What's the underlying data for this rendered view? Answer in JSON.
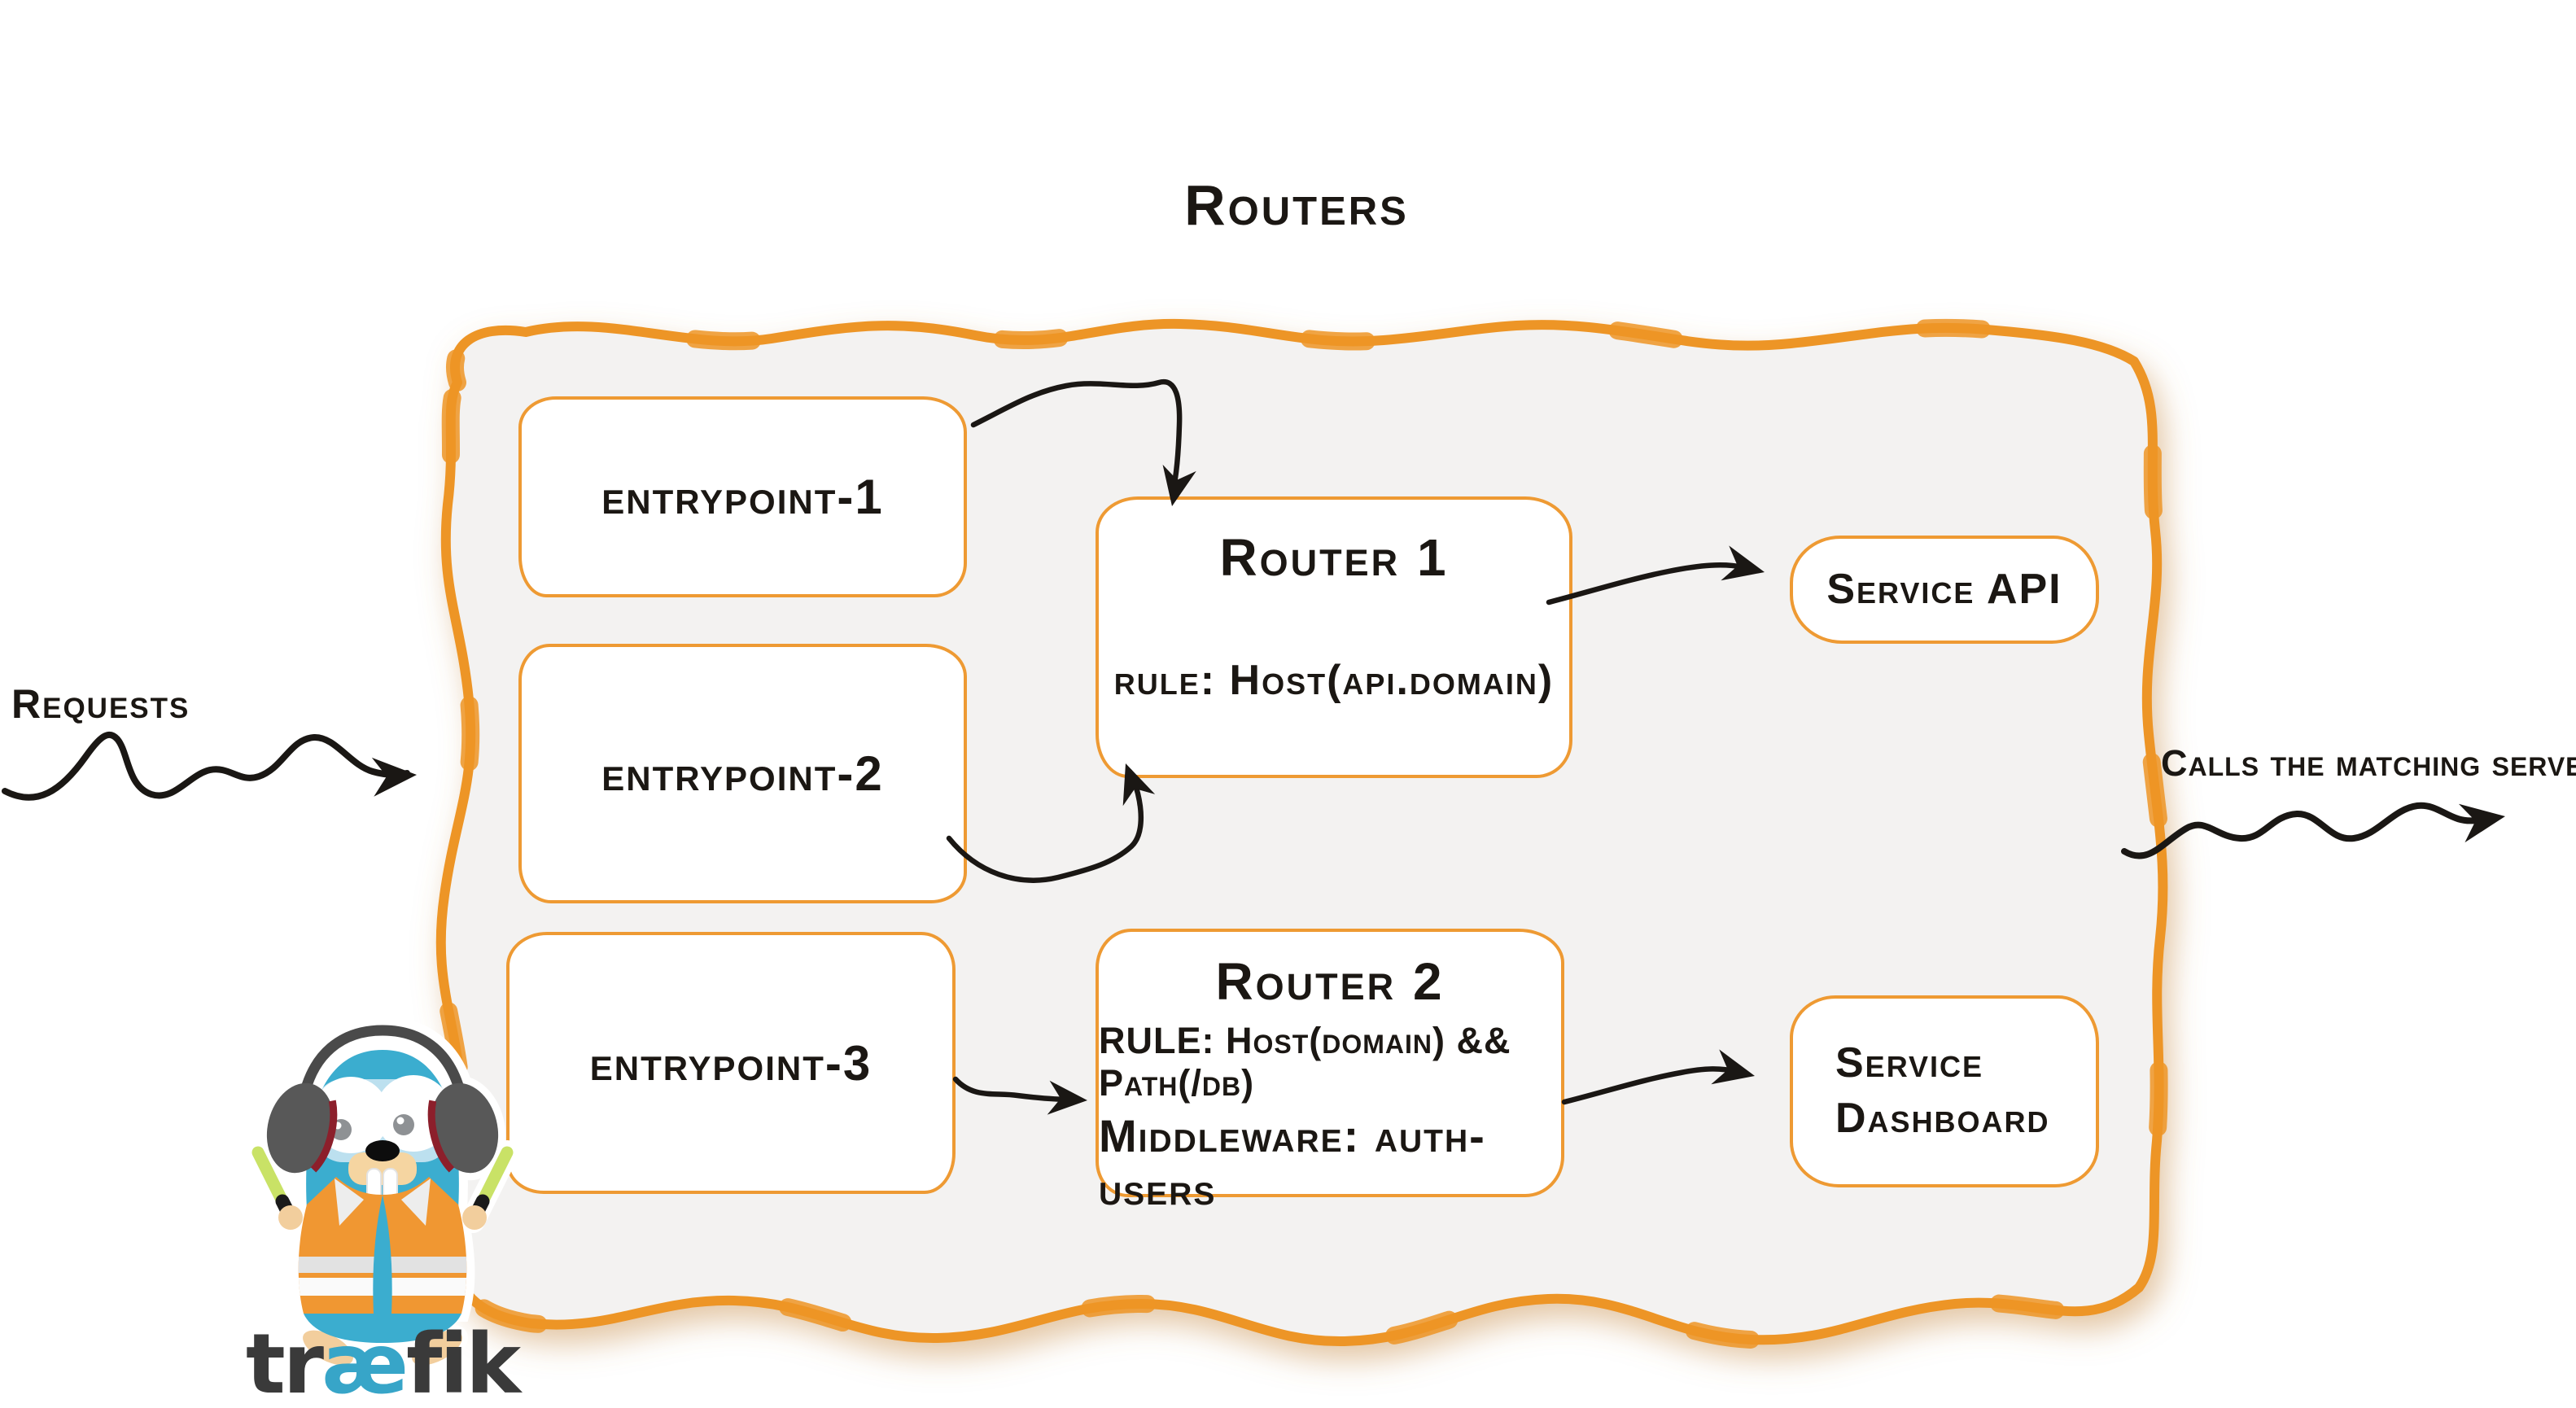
{
  "title": "Routers",
  "side_labels": {
    "requests": "Requests",
    "calls": "Calls the matching server"
  },
  "entrypoints": [
    {
      "label": "entrypoint-1"
    },
    {
      "label": "entrypoint-2"
    },
    {
      "label": "entrypoint-3"
    }
  ],
  "routers": [
    {
      "name": "Router 1",
      "rule": "rule: Host(api.domain)"
    },
    {
      "name": "Router 2",
      "rule": "RULE: Host(domain) && Path(/db)",
      "middleware": "Middleware: auth-users"
    }
  ],
  "services": [
    {
      "label": "Service API"
    },
    {
      "label": "Service Dashboard",
      "lines": [
        "Service",
        "Dashboard"
      ]
    }
  ],
  "logo": {
    "word_pre": "tr",
    "word_ae": "æ",
    "word_post": "fik"
  },
  "connections": [
    {
      "from": "requests",
      "to": "routers-panel"
    },
    {
      "from": "entrypoint-1",
      "to": "Router 1"
    },
    {
      "from": "entrypoint-2",
      "to": "Router 1"
    },
    {
      "from": "entrypoint-3",
      "to": "Router 2"
    },
    {
      "from": "Router 1",
      "to": "Service API"
    },
    {
      "from": "Router 2",
      "to": "Service Dashboard"
    },
    {
      "from": "routers-panel",
      "to": "matching server"
    }
  ],
  "colors": {
    "panel_border_orange": "#ed9526",
    "box_border_orange": "#ee9a33",
    "panel_background": "#f3f2f1",
    "ink": "#1b1713",
    "brand_blue": "#37a5c8",
    "wordmark_gray": "#3a3a3a",
    "vest_orange": "#f09732",
    "baton_green": "#c9e266"
  }
}
